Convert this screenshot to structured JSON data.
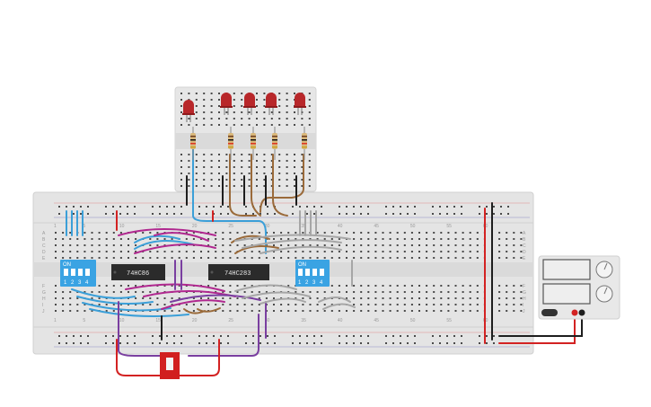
{
  "chips": [
    {
      "label": "74HC86"
    },
    {
      "label": "74HC283"
    }
  ],
  "dip_switches": [
    {
      "header": "ON",
      "numbers": [
        "1",
        "2",
        "3",
        "4"
      ]
    },
    {
      "header": "ON",
      "numbers": [
        "1",
        "2",
        "3",
        "4"
      ]
    }
  ],
  "breadboard": {
    "row_letters_top": [
      "A",
      "B",
      "C",
      "D",
      "E"
    ],
    "row_letters_bottom": [
      "F",
      "G",
      "H",
      "I",
      "J"
    ],
    "column_numbers": [
      "1",
      "5",
      "10",
      "15",
      "20",
      "25",
      "30",
      "35",
      "40",
      "45",
      "50",
      "55",
      "60"
    ]
  },
  "leds": {
    "count": 5,
    "color": "#b8272a"
  },
  "colors": {
    "board": "#e4e4e4",
    "dip_blue": "#3aa3e3",
    "chip": "#2b2b2b",
    "wire_magenta": "#b0288f",
    "wire_blue": "#3b9fd8",
    "wire_purple": "#7a3fa0",
    "wire_brown": "#9a6a3a",
    "wire_gray": "#a6a6a6",
    "wire_red": "#d32222",
    "wire_black": "#1e1e1e"
  }
}
